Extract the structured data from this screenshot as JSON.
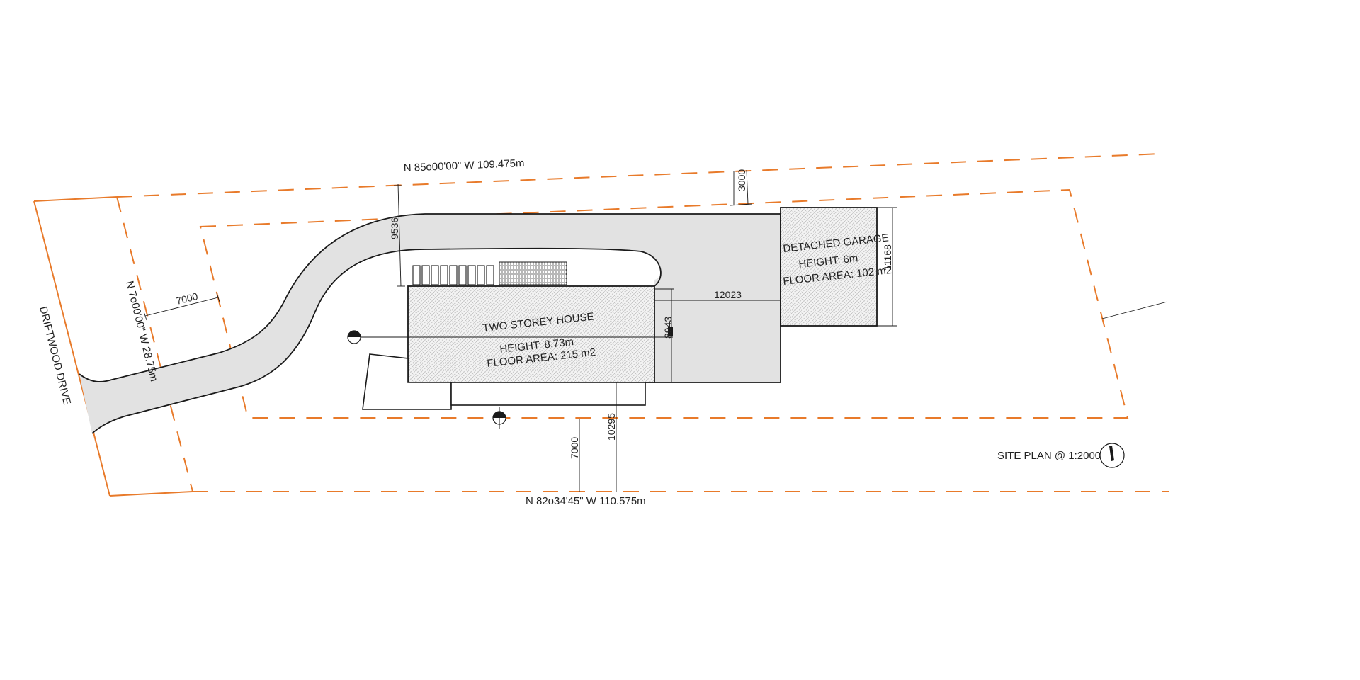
{
  "colors": {
    "property_line": "#e87a2a",
    "paving": "#e2e2e2",
    "outline": "#1a1a1a",
    "hatch": "#b8b8b8"
  },
  "boundary": {
    "north_bearing": "N 85o00'00\" W 109.475m",
    "south_bearing": "N 82o34'45\" W 110.575m",
    "west_bearing": "N 7o00'00\" W 28.75m",
    "street_name": "DRIFTWOOD DRIVE"
  },
  "buildings": {
    "house": {
      "title": "TWO STOREY HOUSE",
      "height": "HEIGHT: 8.73m",
      "floor_area": "FLOOR AREA: 215 m2"
    },
    "garage": {
      "title": "DETACHED GARAGE",
      "height": "HEIGHT: 6m",
      "floor_area": "FLOOR AREA: 102 m2"
    }
  },
  "dimensions": {
    "front_setback": "7000",
    "north_setback": "9536",
    "garage_offset": "3000",
    "house_to_garage": "12023",
    "house_depth": "8943",
    "garage_depth": "11168",
    "rear_setback": "7000",
    "south_setback": "10295"
  },
  "title_block": {
    "title": "SITE PLAN @ 1:2000",
    "north_arrow_icon": "north-arrow-icon"
  }
}
